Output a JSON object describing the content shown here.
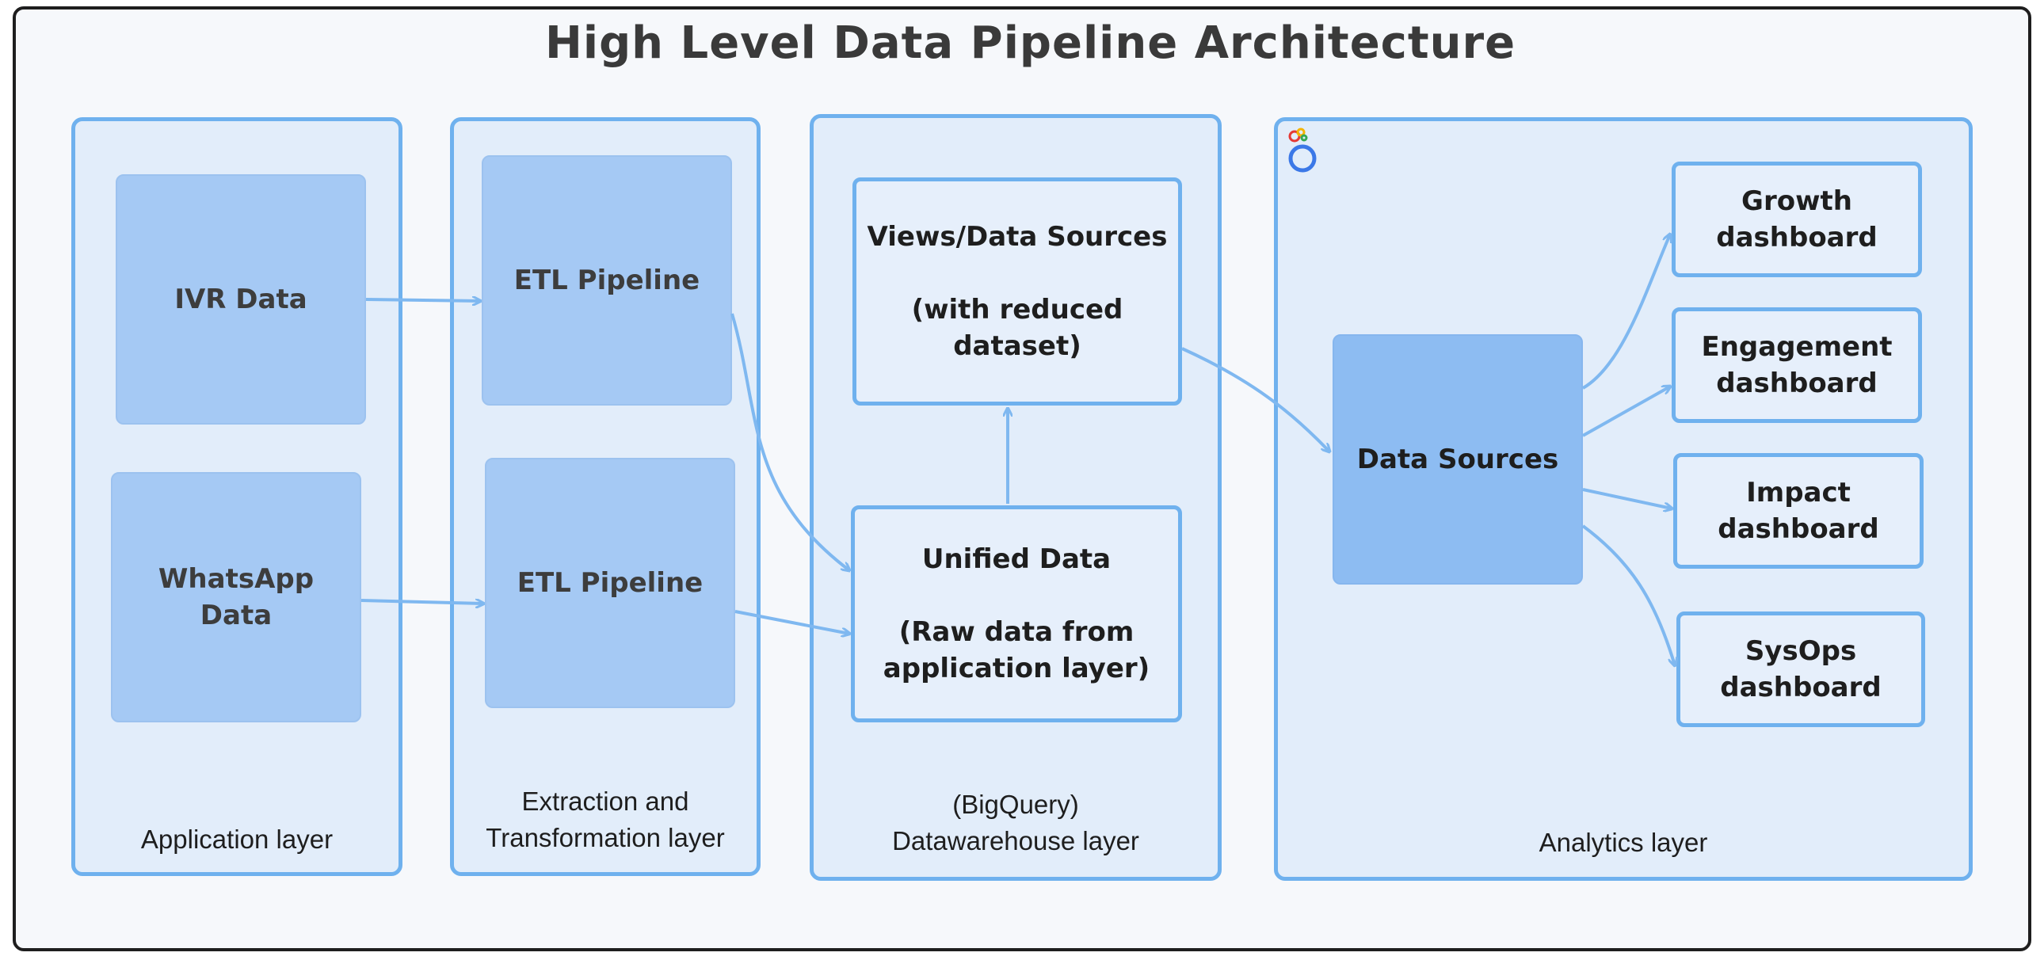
{
  "title": "High Level Data Pipeline Architecture",
  "layers": {
    "application": "Application layer",
    "extraction": "Extraction and\nTransformation layer",
    "warehouse": "(BigQuery)\nDatawarehouse layer",
    "analytics": "Analytics layer"
  },
  "nodes": {
    "ivr": "IVR Data",
    "whatsapp": "WhatsApp\nData",
    "etl_1": "ETL Pipeline",
    "etl_2": "ETL Pipeline",
    "views": "Views/Data Sources\n\n(with reduced\ndataset)",
    "unified": "Unified Data\n\n(Raw data from\napplication layer)",
    "data_sources": "Data Sources",
    "growth": "Growth\ndashboard",
    "engagement": "Engagement\ndashboard",
    "impact": "Impact\ndashboard",
    "sysops": "SysOps\ndashboard"
  },
  "icons": {
    "analytics_logo": "looker-studio-icon"
  },
  "colors": {
    "accent": "#6fb1ee",
    "panel": "#e2edfa",
    "box_fill": "#a5c9f4",
    "box_fill_dark": "#8dbcf2",
    "arrow": "#7fb8f0",
    "frame": "#1e1e1e"
  }
}
